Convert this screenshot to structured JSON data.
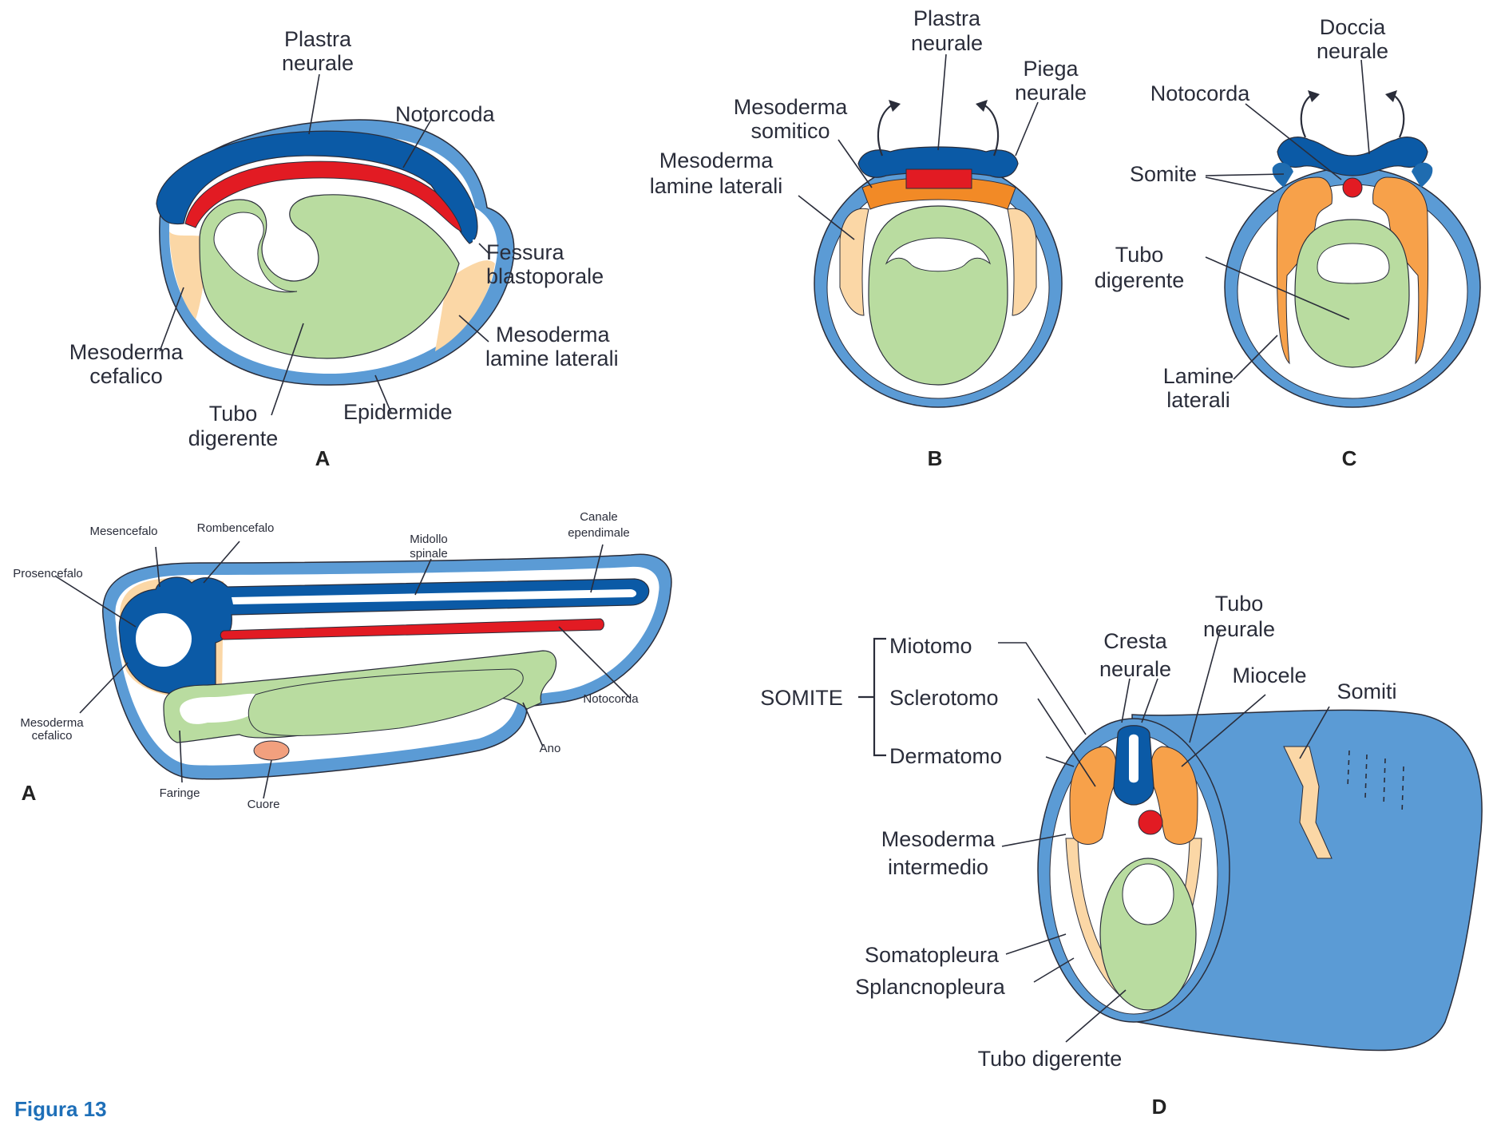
{
  "figure_caption": "Figura 13",
  "panel_A1": {
    "letter": "A",
    "labels": {
      "plastra_neurale": [
        "Plastra",
        "neurale"
      ],
      "notorcoda": "Notorcoda",
      "fessura_blastoporale": [
        "Fessura",
        "blastoporale"
      ],
      "mesoderma_lamine_laterali": [
        "Mesoderma",
        "lamine laterali"
      ],
      "epidermide": "Epidermide",
      "tubo_digerente": [
        "Tubo",
        "digerente"
      ],
      "mesoderma_cefalico": [
        "Mesoderma",
        "cefalico"
      ]
    }
  },
  "panel_B": {
    "letter": "B",
    "labels": {
      "plastra_neurale": [
        "Plastra",
        "neurale"
      ],
      "piega_neurale": [
        "Piega",
        "neurale"
      ],
      "mesoderma_somitico": [
        "Mesoderma",
        "somitico"
      ],
      "mesoderma_lamine_laterali": [
        "Mesoderma",
        "lamine laterali"
      ]
    }
  },
  "panel_C": {
    "letter": "C",
    "labels": {
      "doccia_neurale": [
        "Doccia",
        "neurale"
      ],
      "notocorda": "Notocorda",
      "somite": "Somite",
      "tubo_digerente": [
        "Tubo",
        "digerente"
      ],
      "lamine_laterali": [
        "Lamine",
        "laterali"
      ]
    }
  },
  "panel_A2": {
    "letter": "A",
    "labels": {
      "mesencefalo": "Mesencefalo",
      "rombencefalo": "Rombencefalo",
      "prosencefalo": "Prosencefalo",
      "midollo_spinale": [
        "Midollo",
        "spinale"
      ],
      "canale_ependimale": [
        "Canale",
        "ependimale"
      ],
      "notocorda": "Notocorda",
      "mesoderma_cefalico": [
        "Mesoderma",
        "cefalico"
      ],
      "ano": "Ano",
      "faringe": "Faringe",
      "cuore": "Cuore"
    }
  },
  "panel_D": {
    "letter": "D",
    "labels": {
      "somite": "SOMITE",
      "miotomo": "Miotomo",
      "sclerotomo": "Sclerotomo",
      "dermatomo": "Dermatomo",
      "cresta_neurale": [
        "Cresta",
        "neurale"
      ],
      "tubo_neurale": [
        "Tubo",
        "neurale"
      ],
      "miocele": "Miocele",
      "somiti": "Somiti",
      "mesoderma_intermedio": [
        "Mesoderma",
        "intermedio"
      ],
      "somatopleura": "Somatopleura",
      "splancnopleura": "Splancnopleura",
      "tubo_digerente": "Tubo digerente"
    }
  },
  "colors": {
    "ectoderm_outer": "#5b9bd5",
    "neural": "#0b5aa6",
    "notochord": "#e21b23",
    "endoderm": "#b9dca0",
    "paraxial": "#f7a14a",
    "lateral": "#fbd7a6",
    "somite_orange": "#f28a26"
  }
}
